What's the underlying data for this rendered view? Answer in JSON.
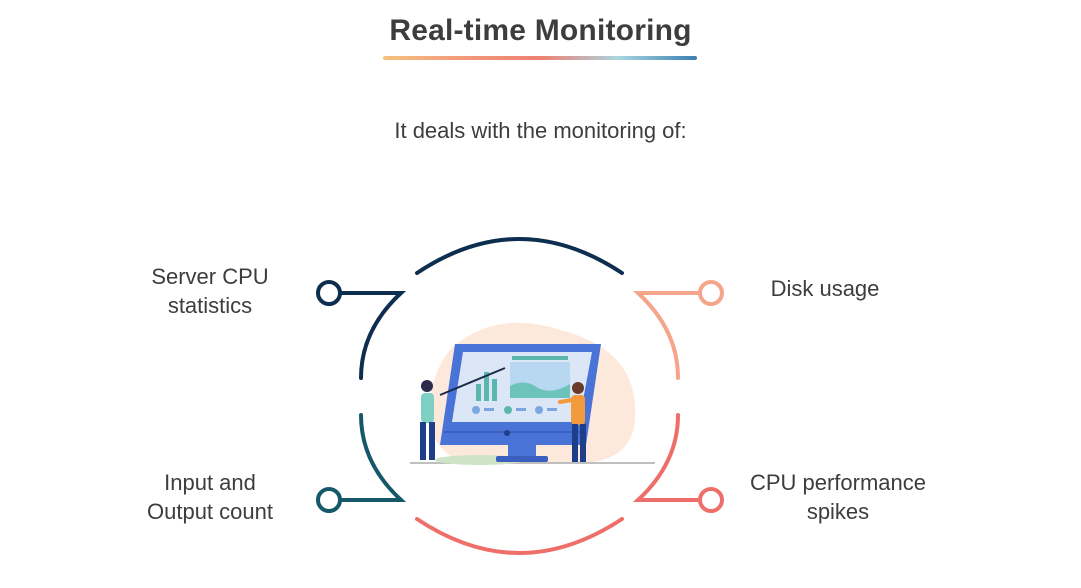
{
  "header": {
    "title": "Real-time Monitoring",
    "subtitle": "It deals with the monitoring of:"
  },
  "items": [
    {
      "id": "server-cpu",
      "label_lines": [
        "Server CPU",
        "statistics"
      ],
      "color": "#0d2e4e"
    },
    {
      "id": "disk-usage",
      "label_lines": [
        "Disk usage"
      ],
      "color": "#f4a58a"
    },
    {
      "id": "io-count",
      "label_lines": [
        "Input and",
        "Output count"
      ],
      "color": "#15586a"
    },
    {
      "id": "cpu-spikes",
      "label_lines": [
        "CPU performance",
        "spikes"
      ],
      "color": "#ee6f6a"
    }
  ],
  "colors": {
    "underline": [
      "#f6c27e",
      "#f29a7a",
      "#ee8072",
      "#a9d6e0",
      "#3b7db0"
    ],
    "top_arc": "#0d2e4e",
    "bottom_arc": "#ee6f6a",
    "monitor_frame": "#4a73d8",
    "monitor_screen": "#dbe7f7"
  },
  "illustration": {
    "icon": "analytics-presentation-illustration"
  }
}
